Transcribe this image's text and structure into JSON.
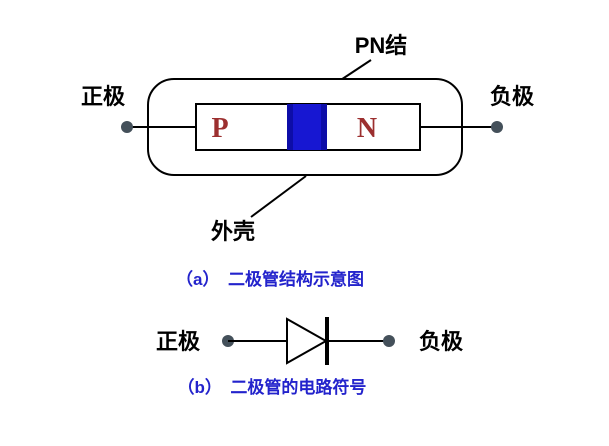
{
  "colors": {
    "line": "#000000",
    "pn_letter": "#9c2f2f",
    "junction_blue": "#1717d2",
    "junction_blue_dark": "#0d0da8",
    "caption_blue": "#2323cc",
    "terminal": "#44505a",
    "background": "#ffffff"
  },
  "part_a": {
    "pn_junction_label": "PN结",
    "anode_label": "正极",
    "cathode_label": "负极",
    "p_region_label": "P",
    "n_region_label": "N",
    "shell_label": "外壳",
    "caption": "（a）　二极管结构示意图"
  },
  "part_b": {
    "anode_label": "正极",
    "cathode_label": "负极",
    "caption": "（b）　二极管的电路符号"
  }
}
